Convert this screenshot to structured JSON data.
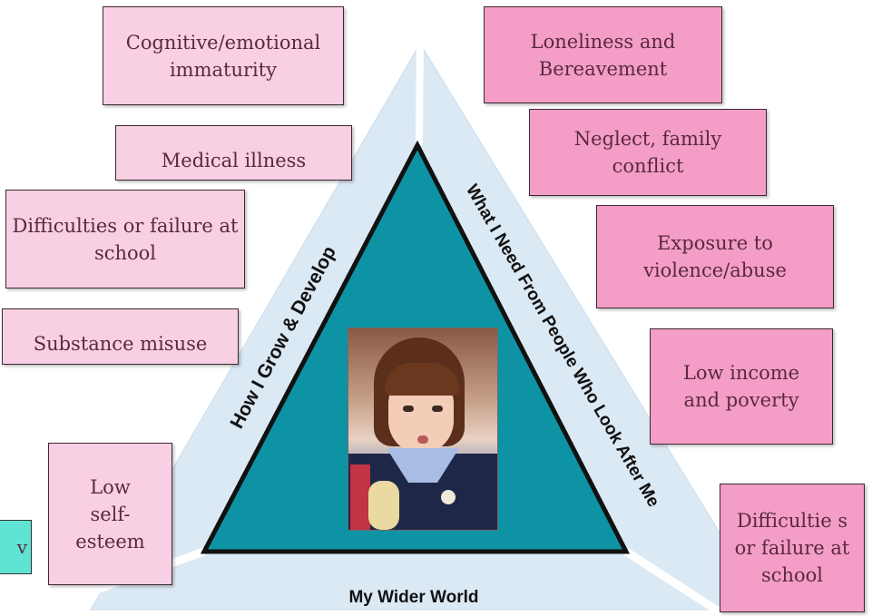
{
  "diagram": {
    "left_side_label": "How I Grow & Develop",
    "right_side_label": "What I Need From People Who Look After Me",
    "bottom_label": "My Wider World"
  },
  "left_boxes": [
    "Cognitive/emotional immaturity",
    "Medical illness",
    "Difficulties or failure at school",
    "Substance misuse",
    "Low self-esteem"
  ],
  "right_boxes": [
    "Loneliness and Bereavement",
    "Neglect, family conflict",
    "Exposure to violence/abuse",
    "Low income and poverty",
    "Difficultie s or failure at school"
  ],
  "partial_box": "v",
  "colors": {
    "outer_triangle": "#dbe9f5",
    "inner_triangle": "#0e93a4",
    "light_box": "#f9cfe3",
    "dark_box": "#f49dc7",
    "teal_box": "#5fe3d3"
  }
}
